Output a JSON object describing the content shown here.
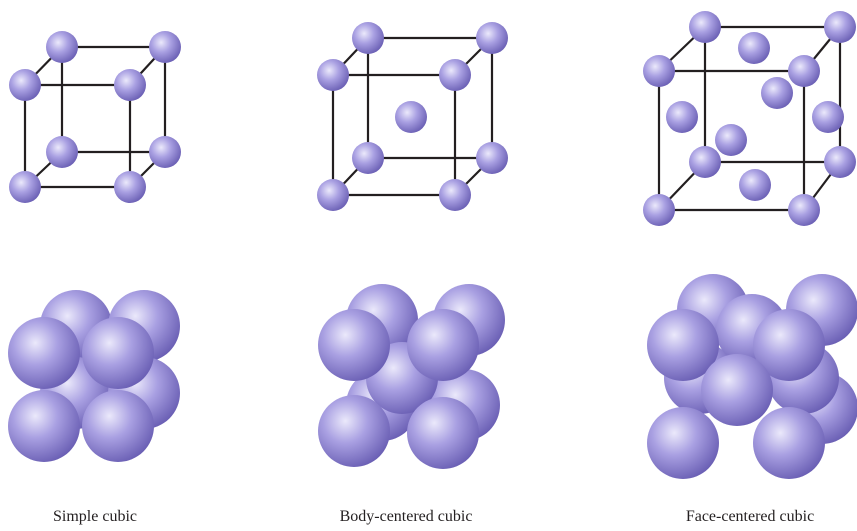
{
  "captions": {
    "simple": "Simple cubic",
    "bcc": "Body-centered cubic",
    "fcc": "Face-centered cubic"
  },
  "colors": {
    "atom_light": "#ebe9fb",
    "atom_mid": "#9f96dd",
    "atom_dark": "#6a5fb4",
    "edge": "#231f20"
  }
}
